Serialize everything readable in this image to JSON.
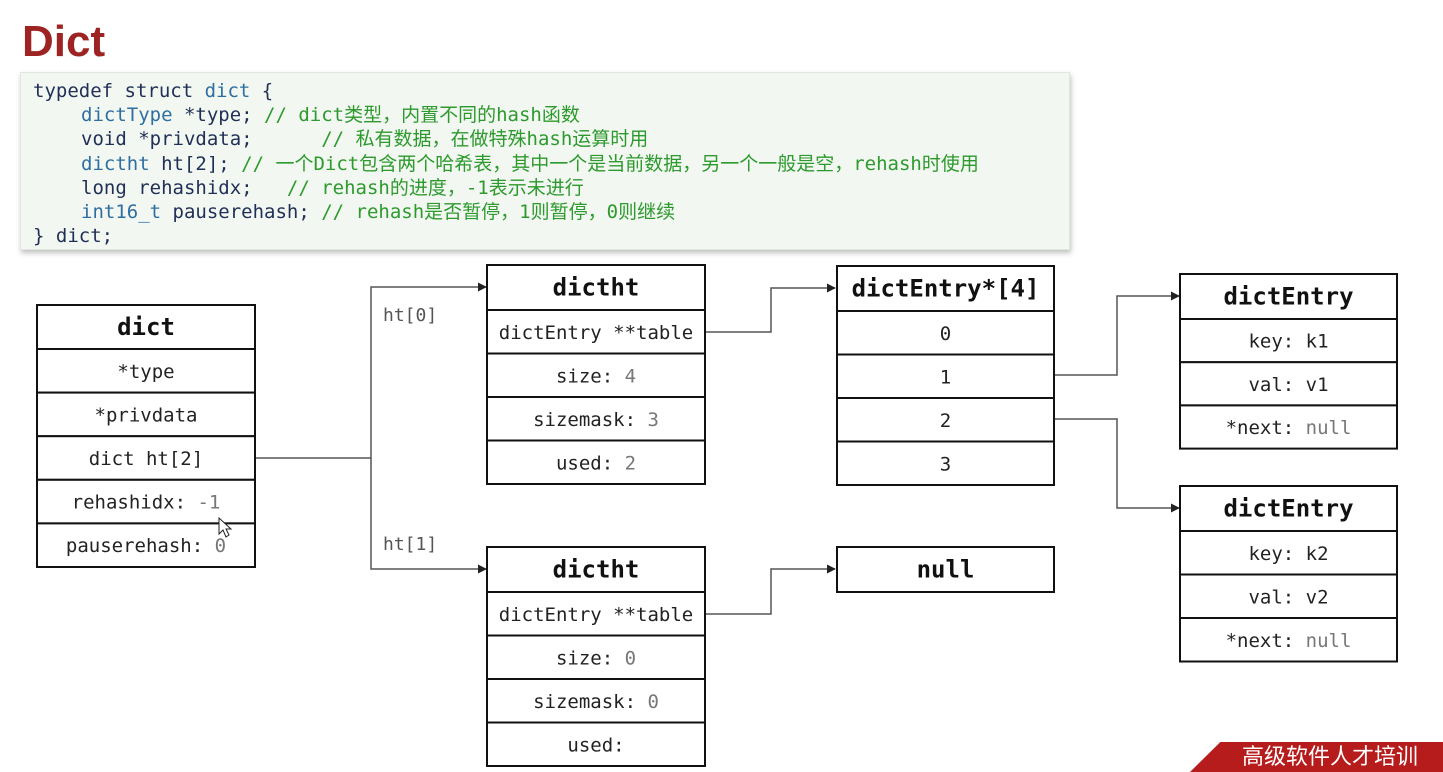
{
  "title": "Dict",
  "code": {
    "lines": [
      {
        "indent": 0,
        "parts": [
          {
            "cls": "kw",
            "text": "typedef struct "
          },
          {
            "cls": "tp",
            "text": "dict"
          },
          {
            "cls": "kw",
            "text": " {"
          }
        ]
      },
      {
        "indent": 1,
        "parts": [
          {
            "cls": "tp",
            "text": "dictType"
          },
          {
            "cls": "kw",
            "text": " *type; "
          },
          {
            "cls": "cm",
            "text": "// dict类型，内置不同的hash函数"
          }
        ]
      },
      {
        "indent": 1,
        "parts": [
          {
            "cls": "kw",
            "text": "void *privdata;      "
          },
          {
            "cls": "cm",
            "text": "// 私有数据，在做特殊hash运算时用"
          }
        ]
      },
      {
        "indent": 1,
        "parts": [
          {
            "cls": "tp",
            "text": "dictht"
          },
          {
            "cls": "kw",
            "text": " ht[2]; "
          },
          {
            "cls": "cm",
            "text": "// 一个Dict包含两个哈希表，其中一个是当前数据，另一个一般是空，rehash时使用"
          }
        ]
      },
      {
        "indent": 1,
        "parts": [
          {
            "cls": "kw",
            "text": "long rehashidx;   "
          },
          {
            "cls": "cm",
            "text": "// rehash的进度，-1表示未进行"
          }
        ]
      },
      {
        "indent": 1,
        "parts": [
          {
            "cls": "tp",
            "text": "int16_t"
          },
          {
            "cls": "kw",
            "text": " pauserehash; "
          },
          {
            "cls": "cm",
            "text": "// rehash是否暂停，1则暂停，0则继续"
          }
        ]
      },
      {
        "indent": 0,
        "parts": [
          {
            "cls": "kw",
            "text": "} dict;"
          }
        ]
      }
    ]
  },
  "diagram": {
    "dict": {
      "title": "dict",
      "rows": [
        [
          "*type",
          ""
        ],
        [
          "*privdata",
          ""
        ],
        [
          "dict ht[2]",
          ""
        ],
        [
          "rehashidx: ",
          "-1"
        ],
        [
          "pauserehash: ",
          "0"
        ]
      ]
    },
    "ht0": {
      "label": "ht[0]",
      "title": "dictht",
      "rows": [
        [
          "dictEntry **table",
          ""
        ],
        [
          "size: ",
          "4"
        ],
        [
          "sizemask: ",
          "3"
        ],
        [
          "used: ",
          "2"
        ]
      ]
    },
    "ht1": {
      "label": "ht[1]",
      "title": "dictht",
      "rows": [
        [
          "dictEntry **table",
          ""
        ],
        [
          "size: ",
          "0"
        ],
        [
          "sizemask: ",
          "0"
        ],
        [
          "used:",
          ""
        ]
      ]
    },
    "table": {
      "title": "dictEntry*[4]",
      "rows": [
        [
          "0",
          ""
        ],
        [
          "1",
          ""
        ],
        [
          "2",
          ""
        ],
        [
          "3",
          ""
        ]
      ]
    },
    "null_box": {
      "title": "null",
      "rows": []
    },
    "entry1": {
      "title": "dictEntry",
      "rows": [
        [
          "key: k1",
          ""
        ],
        [
          "val: v1",
          ""
        ],
        [
          "*next: ",
          "null"
        ]
      ]
    },
    "entry2": {
      "title": "dictEntry",
      "rows": [
        [
          "key: k2",
          ""
        ],
        [
          "val: v2",
          ""
        ],
        [
          "*next: ",
          "null"
        ]
      ]
    }
  },
  "banner": "高级软件人才培训",
  "colors": {
    "title": "#9e2424",
    "comment": "#2c9a2c",
    "type": "#2f6fa0",
    "banner": "#b71c1c"
  }
}
